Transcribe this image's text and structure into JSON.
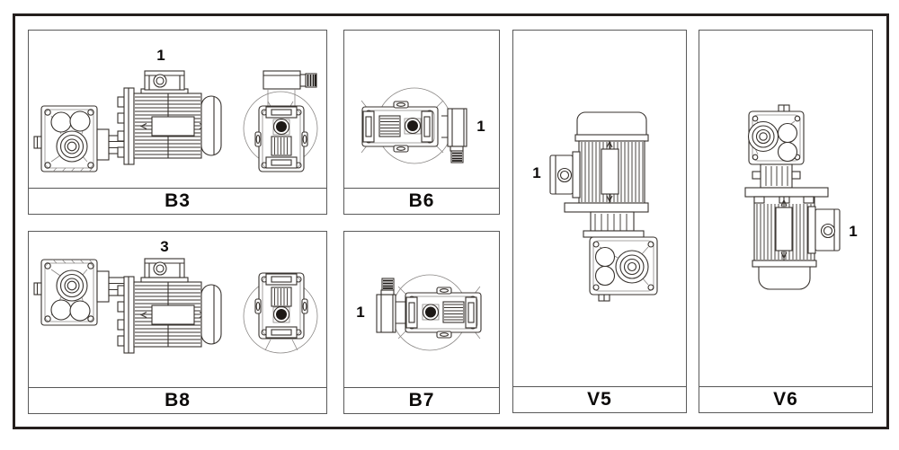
{
  "panels": {
    "b3": {
      "label": "B3",
      "annotation": "1"
    },
    "b6": {
      "label": "B6",
      "annotation": "1"
    },
    "b8": {
      "label": "B8",
      "annotation": "3"
    },
    "b7": {
      "label": "B7",
      "annotation": "1"
    },
    "v5": {
      "label": "V5",
      "annotation": "1"
    },
    "v6": {
      "label": "V6",
      "annotation": "1"
    }
  },
  "colors": {
    "ink": "#37322e",
    "outer_border": "#241f1d",
    "panel_border": "#5a5a5a",
    "label_text": "#0c0a09"
  }
}
